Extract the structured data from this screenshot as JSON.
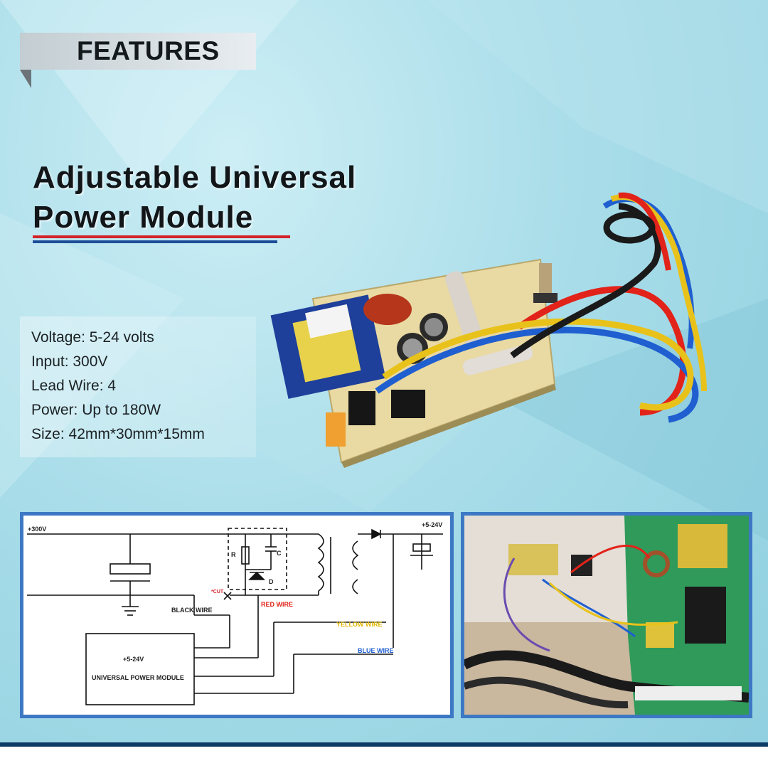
{
  "header": {
    "features_label": "FEATURES"
  },
  "title": {
    "line1": "Adjustable Universal",
    "line2": "Power Module"
  },
  "specs": [
    "Voltage: 5-24 volts",
    "Input: 300V",
    "Lead Wire: 4",
    "Power: Up to 180W",
    "Size: 42mm*30mm*15mm"
  ],
  "diagram": {
    "input_label": "+300V",
    "output_label": "+5-24V",
    "r_label": "R",
    "c_label": "C",
    "d_label": "D",
    "cut_label": "*CUT",
    "black_wire": "BLACK WIRE",
    "red_wire": "RED WIRE",
    "yellow_wire": "YELLOW WIRE",
    "blue_wire": "BLUE WIRE",
    "module_voltage": "+5-24V",
    "module_name": "UNIVERSAL POWER MODULE"
  },
  "colors": {
    "accent_red": "#d3242a",
    "accent_blue": "#1d4d98",
    "panel_border": "#3d78c4",
    "red_wire": "#e2231a",
    "yellow_wire": "#e2b400",
    "blue_wire": "#1f5fd0"
  }
}
